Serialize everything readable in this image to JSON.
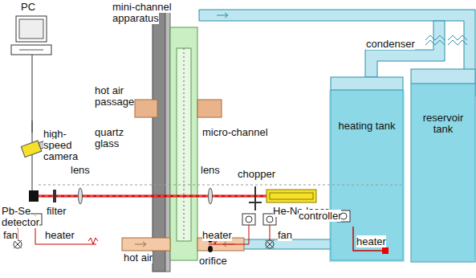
{
  "diagram": {
    "nodes": [
      {
        "text": [
          "heating tank"
        ]
      },
      {
        "text": [
          "reservoir tank"
        ]
      }
    ],
    "labels": [
      "PC",
      "mini-channel apparatus",
      "hot air passage",
      "quartz glass",
      "micro-channel",
      "high- speed camera",
      "lens",
      "lens",
      "chopper",
      "Pb-Se detector",
      "filter",
      "He-Ne laser",
      "condenser",
      "controller",
      "fan",
      "fan",
      "heater",
      "heater",
      "heater",
      "hot air",
      "orifice"
    ]
  }
}
